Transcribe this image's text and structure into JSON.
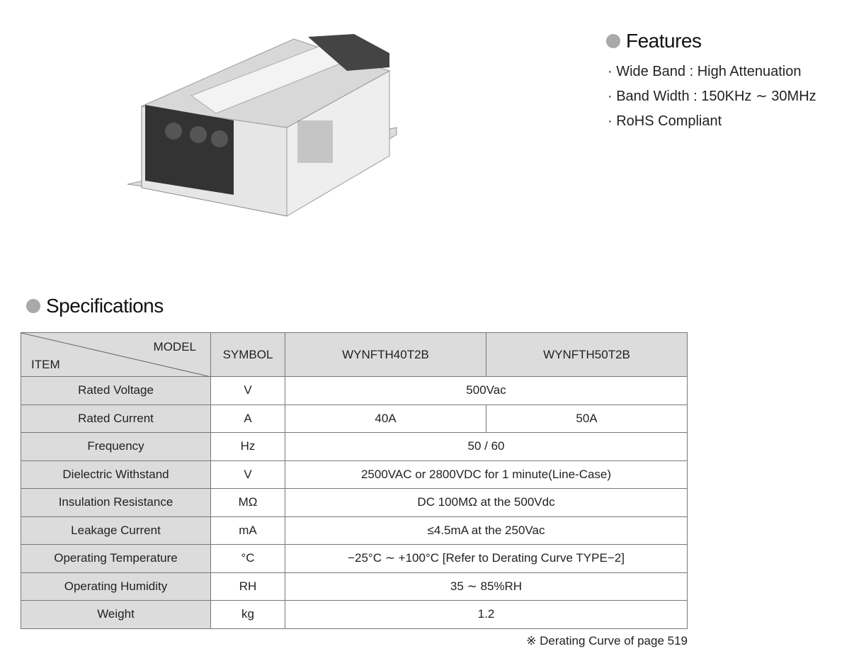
{
  "features": {
    "title": "Features",
    "items": [
      "· Wide Band : High Attenuation",
      "· Band Width : 150KHz ∼ 30MHz",
      "· RoHS Compliant"
    ]
  },
  "specifications": {
    "title": "Specifications",
    "header": {
      "model": "MODEL",
      "item": "ITEM",
      "symbol": "SYMBOL",
      "models": [
        "WYNFTH40T2B",
        "WYNFTH50T2B"
      ]
    },
    "rows": [
      {
        "item": "Rated Voltage",
        "symbol": "V",
        "value": "500Vac"
      },
      {
        "item": "Rated Current",
        "symbol": "A",
        "values": [
          "40A",
          "50A"
        ]
      },
      {
        "item": "Frequency",
        "symbol": "Hz",
        "value": "50 / 60"
      },
      {
        "item": "Dielectric Withstand",
        "symbol": "V",
        "value": "2500VAC or 2800VDC for 1 minute(Line-Case)"
      },
      {
        "item": "Insulation Resistance",
        "symbol": "MΩ",
        "value": "DC 100MΩ at the 500Vdc"
      },
      {
        "item": "Leakage Current",
        "symbol": "mA",
        "value": "≤4.5mA at the 250Vac"
      },
      {
        "item": "Operating Temperature",
        "symbol": "°C",
        "value": "−25°C ∼ +100°C [Refer to Derating Curve TYPE−2]"
      },
      {
        "item": "Operating Humidity",
        "symbol": "RH",
        "value": "35 ∼ 85%RH"
      },
      {
        "item": "Weight",
        "symbol": "kg",
        "value": "1.2"
      }
    ],
    "note": "※ Derating Curve of page 519"
  }
}
